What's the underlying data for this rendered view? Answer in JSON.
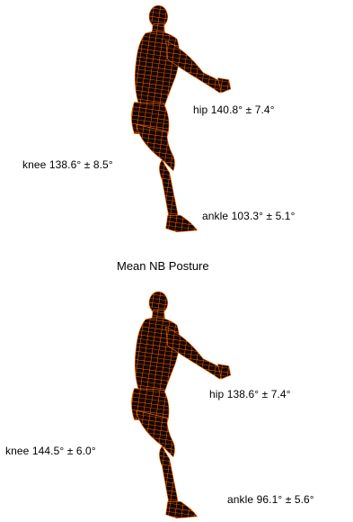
{
  "top_panel": {
    "hip": "hip 140.8° ± 7.4°",
    "knee": "knee   138.6° ± 8.5°",
    "ankle": "ankle   103.3° ± 5.1°"
  },
  "caption": "Mean NB Posture",
  "bottom_panel": {
    "hip": "hip 138.6° ± 7.4°",
    "knee": "knee   144.5° ± 6.0°",
    "ankle": "ankle   96.1° ± 5.6°"
  },
  "colors": {
    "body_fill": "#1a0500",
    "mesh": "#ff6a00",
    "mesh_light": "#ffb040"
  }
}
